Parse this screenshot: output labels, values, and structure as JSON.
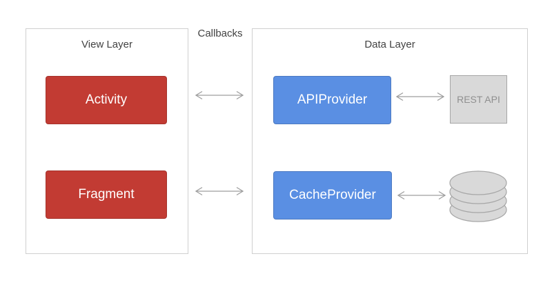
{
  "diagram": {
    "callbacks_label": "Callbacks",
    "view_layer": {
      "title": "View Layer",
      "nodes": [
        {
          "label": "Activity"
        },
        {
          "label": "Fragment"
        }
      ]
    },
    "data_layer": {
      "title": "Data Layer",
      "nodes": [
        {
          "label": "APIProvider"
        },
        {
          "label": "CacheProvider"
        }
      ]
    },
    "external": {
      "rest_api_label": "REST API",
      "database_icon": "database-cylinder-icon"
    },
    "connections": [
      {
        "from": "Activity",
        "to": "APIProvider",
        "type": "bidirectional"
      },
      {
        "from": "Fragment",
        "to": "CacheProvider",
        "type": "bidirectional"
      },
      {
        "from": "APIProvider",
        "to": "REST API",
        "type": "bidirectional"
      },
      {
        "from": "CacheProvider",
        "to": "database",
        "type": "bidirectional"
      }
    ],
    "colors": {
      "canvas_bg": "#ffffff",
      "view_node": "#c23b33",
      "data_node": "#5a8fe3",
      "external_fill": "#d9d9d9",
      "external_border": "#a6a6a6",
      "external_text": "#8f8f8f",
      "container_border": "#cfcfcf",
      "arrow": "#9e9e9e",
      "title_text": "#424242",
      "node_text": "#ffffff"
    }
  }
}
